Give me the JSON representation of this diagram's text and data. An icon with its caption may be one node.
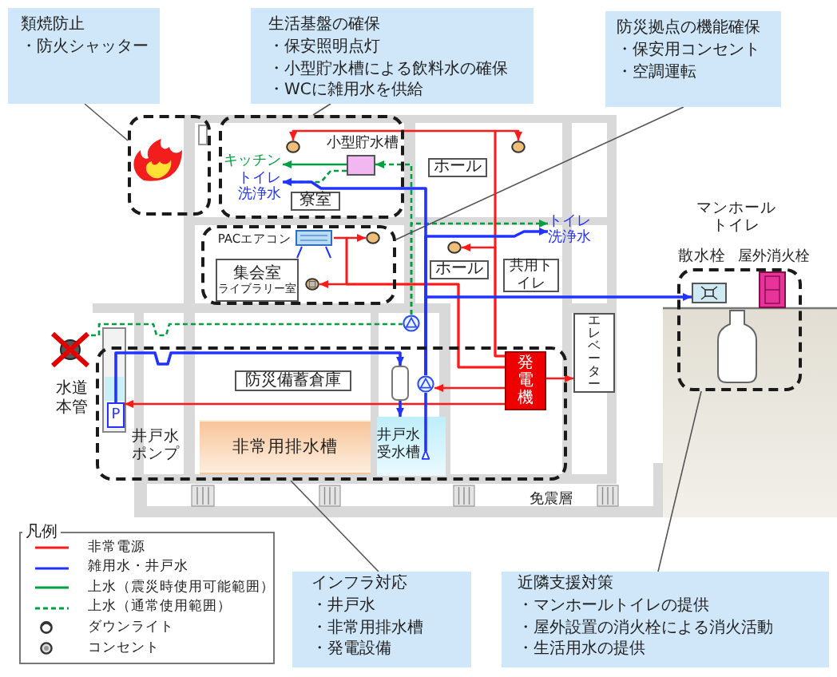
{
  "diagram": {
    "nodes": [
      {
        "text": [
          "類焼防止",
          "・防火シャッター"
        ]
      },
      {
        "text": [
          "生活基盤の確保",
          "・保安照明点灯",
          "・小型貯水槽による飲料水の確保",
          "・WCに雑用水を供給"
        ]
      },
      {
        "text": [
          "防災拠点の機能確保",
          "・保安用コンセント",
          "・空調運転"
        ]
      },
      {
        "text": [],
        "shape": "box"
      },
      {
        "text": [],
        "shape": "box"
      },
      {
        "text": [],
        "shape": "box",
        "beside": [
          "小型貯水槽"
        ],
        "in": 4
      },
      {
        "text": [],
        "shape": "circle",
        "in": 4
      },
      {
        "text": [
          "キッチン"
        ],
        "in": 4
      },
      {
        "text": [
          "トイレ洗浄水"
        ],
        "in": 4
      },
      {
        "text": [
          "寮室"
        ],
        "in": 4
      },
      {
        "text": [
          "ホール"
        ]
      },
      {
        "text": [],
        "shape": "circle"
      },
      {
        "text": [],
        "shape": "box"
      },
      {
        "text": [],
        "shape": "box",
        "beside": [
          "PACエアコン"
        ],
        "in": 12
      },
      {
        "text": [],
        "shape": "circle",
        "in": 12
      },
      {
        "text": [
          "集会室",
          "ライブラリー室"
        ],
        "in": 12
      },
      {
        "text": [],
        "shape": "circle",
        "in": 12
      },
      {
        "text": [
          "トイレ洗浄水"
        ]
      },
      {
        "text": [],
        "shape": "circle"
      },
      {
        "text": [
          "ホール"
        ]
      },
      {
        "text": [
          "共用トイレ"
        ]
      },
      {
        "text": [],
        "shape": "box"
      },
      {
        "text": [],
        "shape": "circle",
        "beside": [
          "水道本管"
        ]
      },
      {
        "text": [],
        "shape": "circle"
      },
      {
        "text": [
          "P"
        ],
        "beside": [
          "井戸水ポンプ"
        ],
        "in": 21
      },
      {
        "text": [
          "防災備蓄倉庫"
        ],
        "in": 21
      },
      {
        "text": [],
        "shape": "cylinder",
        "in": 21
      },
      {
        "text": [
          "非常用排水槽"
        ],
        "in": 21
      },
      {
        "text": [
          "井戸水受水槽"
        ],
        "in": 21
      },
      {
        "text": [],
        "shape": "circle",
        "in": 21
      },
      {
        "text": [
          "発電機"
        ],
        "in": 21
      },
      {
        "text": [
          "エレベーター"
        ]
      },
      {
        "text": [],
        "shape": "box"
      },
      {
        "text": [],
        "shape": "box",
        "beside": [
          "散水栓"
        ],
        "in": 32
      },
      {
        "text": [],
        "shape": "box",
        "beside": [
          "屋外消火栓"
        ],
        "in": 32
      },
      {
        "text": [],
        "shape": "cylinder",
        "in": 32
      },
      {
        "text": [
          "インフラ対応",
          "・井戸水",
          "・非常用排水槽",
          "・発電設備"
        ]
      },
      {
        "text": [
          "近隣支援対策",
          "・マンホールトイレの提供",
          "・屋外設置の消火栓による消火活動",
          "・生活用水の提供"
        ]
      }
    ],
    "edges": [
      {
        "from": 0,
        "to": 3,
        "arrow": "none",
        "color": "#555555"
      },
      {
        "from": 1,
        "to": 4,
        "arrow": "none",
        "color": "#555555"
      },
      {
        "from": 2,
        "to": 12,
        "arrow": "none",
        "color": "#555555"
      },
      {
        "from": 36,
        "to": 21,
        "arrow": "none",
        "color": "#555555"
      },
      {
        "from": 37,
        "to": 32,
        "arrow": "none",
        "color": "#555555"
      },
      {
        "from": 30,
        "to": 6,
        "arrow": "to"
      },
      {
        "from": 30,
        "to": 11,
        "arrow": "to"
      },
      {
        "from": 30,
        "to": 18,
        "arrow": "to"
      },
      {
        "from": 30,
        "to": 14,
        "arrow": "to"
      },
      {
        "from": 30,
        "to": 13,
        "arrow": "none"
      },
      {
        "from": 30,
        "to": 16,
        "arrow": "to"
      },
      {
        "from": 30,
        "to": 29,
        "arrow": "to"
      },
      {
        "from": 30,
        "to": 24,
        "arrow": "to"
      },
      {
        "from": 30,
        "to": 31,
        "arrow": "to"
      },
      {
        "from": 24,
        "to": 26,
        "arrow": "to",
        "color": "#2233ff"
      },
      {
        "from": 26,
        "to": 28,
        "arrow": "to",
        "color": "#2233ff"
      },
      {
        "from": 28,
        "to": 29,
        "arrow": "none",
        "color": "#2233ff"
      },
      {
        "from": 29,
        "to": 8,
        "arrow": "to",
        "color": "#2233ff"
      },
      {
        "from": 29,
        "to": 17,
        "arrow": "to",
        "color": "#2233ff"
      },
      {
        "from": 29,
        "to": 33,
        "arrow": "to",
        "color": "#2233ff"
      },
      {
        "from": 5,
        "to": 7,
        "arrow": "to",
        "color": "#00a040"
      },
      {
        "from": 22,
        "to": 23,
        "arrow": "none",
        "style": "dashed",
        "color": "#00a040"
      },
      {
        "from": 23,
        "to": 5,
        "arrow": "to",
        "style": "dashed",
        "color": "#00a040"
      },
      {
        "from": 5,
        "to": 8,
        "arrow": "to",
        "style": "dashed",
        "color": "#00a040"
      },
      {
        "from": 23,
        "to": 17,
        "arrow": "to",
        "style": "dashed",
        "color": "#00a040"
      }
    ],
    "labels": [
      "マンホールトイレ",
      "免震層",
      "凡例"
    ],
    "legend": [
      {
        "text": "非常電源"
      },
      {
        "text": "雑用水・井戸水"
      },
      {
        "text": "上水（震災時使用可能範囲）"
      },
      {
        "text": "上水（通常使用範囲）"
      },
      {
        "text": "ダウンライト"
      },
      {
        "text": "コンセント"
      }
    ]
  }
}
